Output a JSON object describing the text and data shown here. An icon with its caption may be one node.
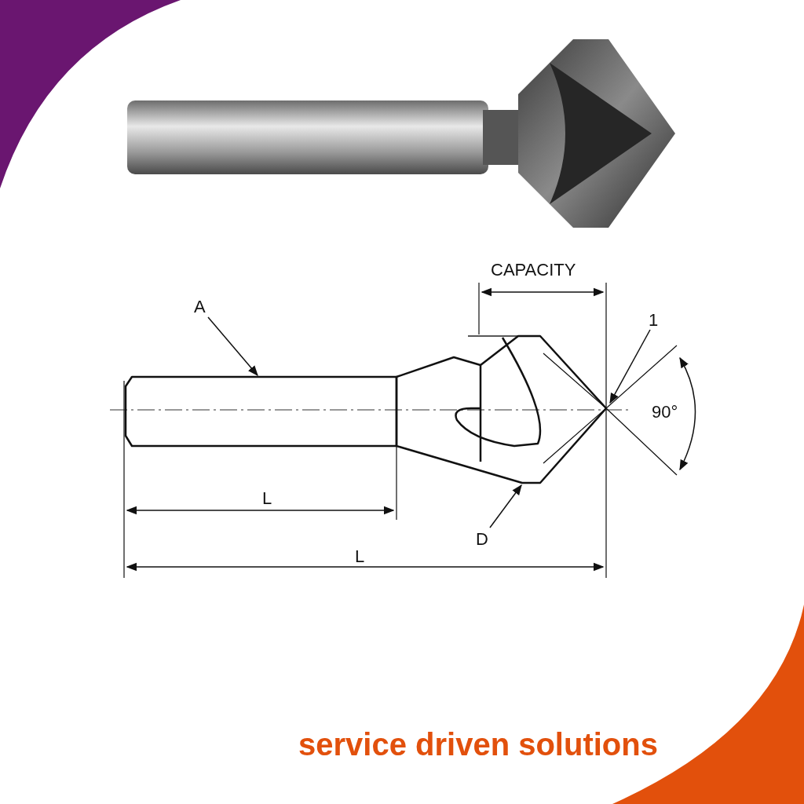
{
  "diagram": {
    "nodes": [
      {
        "text": [
          "A"
        ]
      },
      {
        "text": [],
        "shape": "picture"
      },
      {
        "text": [
          "D"
        ]
      },
      {
        "text": [],
        "shape": "picture"
      },
      {
        "text": [
          "1"
        ]
      }
    ],
    "edges": [
      {
        "from": 0,
        "to": 1,
        "arrow": "to"
      },
      {
        "from": 2,
        "to": 3,
        "arrow": "to"
      },
      {
        "from": 4,
        "to": 3,
        "arrow": "to"
      }
    ],
    "labels": [
      "CAPACITY",
      "90°",
      "L",
      "L",
      "service driven solutions"
    ]
  }
}
